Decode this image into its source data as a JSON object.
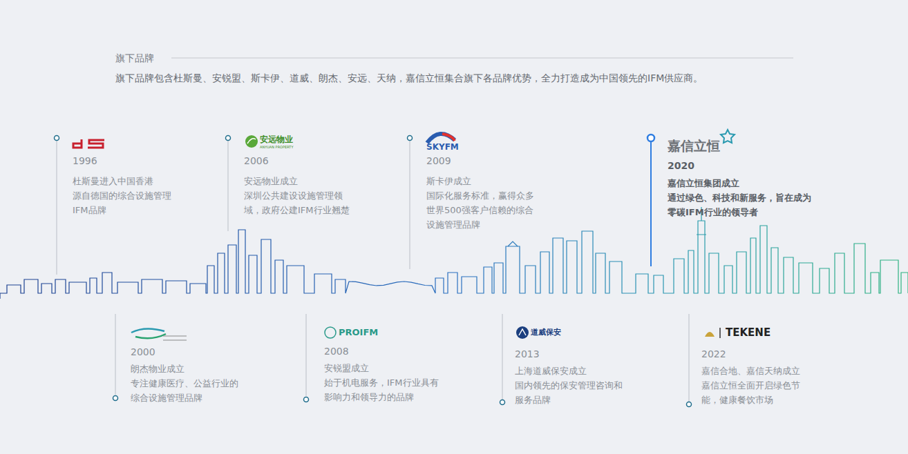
{
  "diagram": {
    "title": "旗下品牌",
    "labels": [
      "旗下品牌包含杜斯曼、安锐盟、斯卡伊、道威、朗杰、安远、天纳，嘉信立恒集合旗下各品牌优势，全力打造成为中国领先的IFM供应商。",
      "1996",
      "杜斯曼进入中国香港",
      "源自德国的综合设施管理 IFM品牌",
      "安远物业",
      "ANYUAN PROPERTY",
      "2006",
      "安远物业成立",
      "深圳公共建设设施管理领域，政府公建IFM行业翘楚",
      "SKYFM",
      "2009",
      "斯卡伊成立",
      "国际化服务标准，赢得众多世界500强客户信赖的综合设施管理品牌",
      "嘉信立恒",
      "2020",
      "嘉信立恒集团成立",
      "通过绿色、科技和新服务，旨在成为零碳IFM行业的领导者",
      "2000",
      "朗杰物业成立",
      "专注健康医疗、公益行业的综合设施管理品牌",
      "PROIFM",
      "2008",
      "安锐盟成立",
      "始于机电服务，IFM行业具有影响力和领导力的品牌",
      "道威保安",
      "2013",
      "上海道威保安成立",
      "国内领先的保安管理咨询和服务品牌",
      "TEKENE",
      "2022",
      "嘉信合地、嘉信天纳成立",
      "嘉信立恒全面开启绿色节能，健康餐饮市场"
    ]
  }
}
